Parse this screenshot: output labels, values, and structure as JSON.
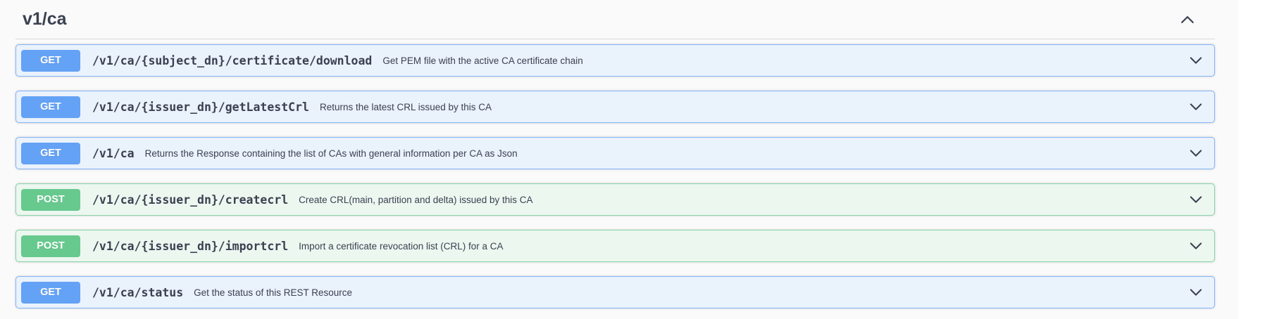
{
  "section": {
    "title": "v1/ca",
    "collapse_icon": "chevron-up-icon",
    "row_expand_icon": "chevron-down-icon"
  },
  "colors": {
    "text": "#3b4151",
    "get": "#64a2f5",
    "get_border": "#84b5f8",
    "get_bg": "#eaf2fc",
    "post": "#67c98e",
    "post_border": "#89d4a9",
    "post_bg": "#ecf7f0",
    "page_bg": "#fafafa",
    "outer_bg": "#ffffff"
  },
  "endpoints": [
    {
      "method": "GET",
      "path": "/v1/ca/{subject_dn}/certificate/download",
      "description": "Get PEM file with the active CA certificate chain"
    },
    {
      "method": "GET",
      "path": "/v1/ca/{issuer_dn}/getLatestCrl",
      "description": "Returns the latest CRL issued by this CA"
    },
    {
      "method": "GET",
      "path": "/v1/ca",
      "description": "Returns the Response containing the list of CAs with general information per CA as Json"
    },
    {
      "method": "POST",
      "path": "/v1/ca/{issuer_dn}/createcrl",
      "description": "Create CRL(main, partition and delta) issued by this CA"
    },
    {
      "method": "POST",
      "path": "/v1/ca/{issuer_dn}/importcrl",
      "description": "Import a certificate revocation list (CRL) for a CA"
    },
    {
      "method": "GET",
      "path": "/v1/ca/status",
      "description": "Get the status of this REST Resource"
    }
  ]
}
